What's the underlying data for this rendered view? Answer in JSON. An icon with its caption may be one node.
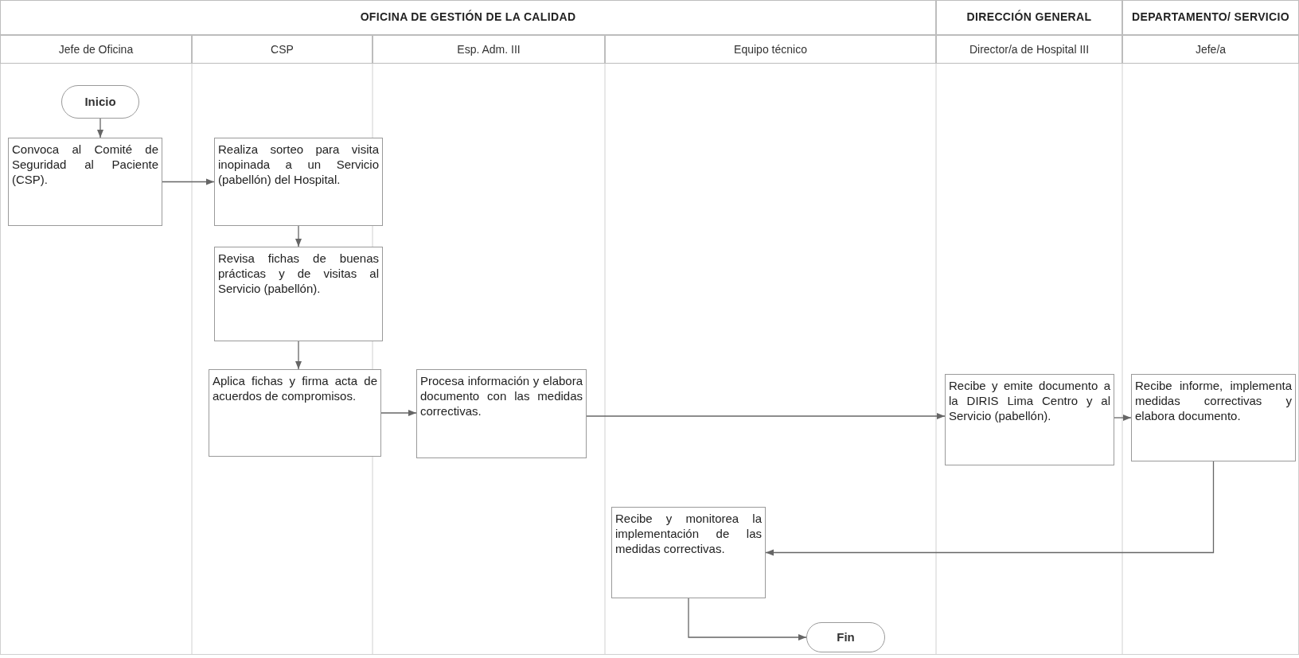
{
  "diagram": {
    "nodes": [
      {
        "text": [
          "OFICINA DE GESTIÓN DE LA CALIDAD"
        ]
      },
      {
        "text": [
          "DIRECCIÓN GENERAL"
        ]
      },
      {
        "text": [
          "DEPARTAMENTO/ SERVICIO"
        ]
      },
      {
        "text": [
          "Jefe de Oficina"
        ]
      },
      {
        "text": [
          "CSP"
        ]
      },
      {
        "text": [
          "Esp. Adm. III"
        ]
      },
      {
        "text": [
          "Equipo técnico"
        ]
      },
      {
        "text": [
          "Director/a de Hospital III"
        ]
      },
      {
        "text": [
          "Jefe/a"
        ]
      },
      {
        "text": [
          "Inicio"
        ]
      },
      {
        "text": [
          "Convoca al Comité de Seguridad al Paciente (CSP)."
        ]
      },
      {
        "text": [
          "Realiza sorteo para visita inopinada a un Servicio (pabellón) del Hospital."
        ]
      },
      {
        "text": [
          "Revisa fichas de buenas prácticas y de visitas al Servicio (pabellón)."
        ]
      },
      {
        "text": [
          "Aplica fichas y firma acta de acuerdos de compromisos."
        ]
      },
      {
        "text": [
          "Procesa información y elabora documento con las medidas correctivas."
        ]
      },
      {
        "text": [
          "Recibe y emite documento a la DIRIS Lima Centro y al Servicio (pabellón)."
        ]
      },
      {
        "text": [
          "Recibe informe, implementa medidas correctivas y elabora documento."
        ]
      },
      {
        "text": [
          "Recibe y monitorea la implementación de las medidas correctivas."
        ]
      },
      {
        "text": [
          "Fin"
        ]
      }
    ],
    "edges": [
      {
        "from": 9,
        "to": 10,
        "arrow": "to"
      },
      {
        "from": 10,
        "to": 11,
        "arrow": "to"
      },
      {
        "from": 11,
        "to": 12,
        "arrow": "to"
      },
      {
        "from": 12,
        "to": 13,
        "arrow": "to"
      },
      {
        "from": 13,
        "to": 14,
        "arrow": "to"
      },
      {
        "from": 14,
        "to": 15,
        "arrow": "to"
      },
      {
        "from": 15,
        "to": 16,
        "arrow": "to"
      },
      {
        "from": 16,
        "to": 17,
        "arrow": "to"
      },
      {
        "from": 17,
        "to": 18,
        "arrow": "to"
      }
    ]
  }
}
